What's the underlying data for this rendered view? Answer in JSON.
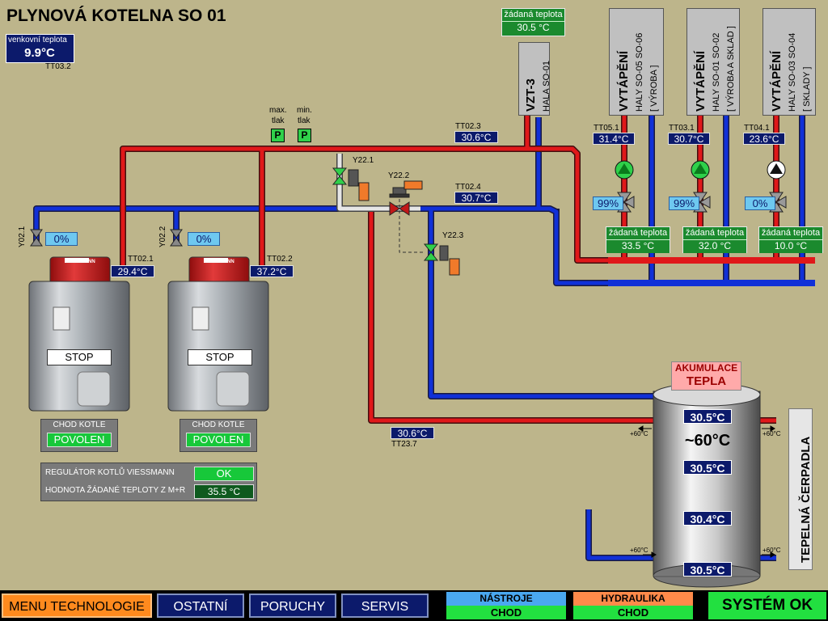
{
  "title": "PLYNOVÁ KOTELNA SO 01",
  "outdoor": {
    "label": "venkovní teplota",
    "value": "9.9°C",
    "tag": "TT03.2"
  },
  "pressure": {
    "max_label1": "max.",
    "max_label2": "tlak",
    "min_label1": "min.",
    "min_label2": "tlak",
    "button": "P"
  },
  "vzt": {
    "title": "VZT-3",
    "subtitle": "HALA SO-01",
    "setpoint_title": "žádaná teplota",
    "setpoint_value": "30.5 °C"
  },
  "heating": [
    {
      "title": "VYTÁPĚNÍ",
      "line1": "HALY SO-05 SO-06",
      "line2": "[ VÝROBA ]",
      "tag": "TT05.1",
      "temp": "31.4°C",
      "valve": "99%",
      "setpoint_title": "žádaná teplota",
      "setpoint_value": "33.5 °C",
      "pump": "on"
    },
    {
      "title": "VYTÁPĚNÍ",
      "line1": "HALY SO-01 SO-02",
      "line2": "[ VÝROBA A SKLAD ]",
      "tag": "TT03.1",
      "temp": "30.7°C",
      "valve": "99%",
      "setpoint_title": "žádaná teplota",
      "setpoint_value": "32.0 °C",
      "pump": "on"
    },
    {
      "title": "VYTÁPĚNÍ",
      "line1": "HALY SO-03 SO-04",
      "line2": "[ SKLADY ]",
      "tag": "TT04.1",
      "temp": "23.6°C",
      "valve": "0%",
      "setpoint_title": "žádaná teplota",
      "setpoint_value": "10.0 °C",
      "pump": "off"
    }
  ],
  "sensors": {
    "tt023": {
      "tag": "TT02.3",
      "value": "30.6°C"
    },
    "tt024": {
      "tag": "TT02.4",
      "value": "30.7°C"
    },
    "tt237": {
      "tag": "TT23.7",
      "value": "30.6°C"
    }
  },
  "valves": {
    "y221": "Y22.1",
    "y222": "Y22.2",
    "y223": "Y22.3"
  },
  "boilers": [
    {
      "valve_tag": "Y02.1",
      "valve_pct": "0%",
      "temp_tag": "TT02.1",
      "temp": "29.4°C",
      "state_button": "STOP",
      "status_title": "CHOD KOTLE",
      "status": "POVOLEN"
    },
    {
      "valve_tag": "Y02.2",
      "valve_pct": "0%",
      "temp_tag": "TT02.2",
      "temp": "37.2°C",
      "state_button": "STOP",
      "status_title": "CHOD KOTLE",
      "status": "POVOLEN"
    }
  ],
  "brand": "VIESSMANN",
  "regulator": {
    "row1_label": "REGULÁTOR KOTLŮ VIESSMANN",
    "row1_value": "OK",
    "row2_label": "HODNOTA ŽÁDANÉ TEPLOTY Z M+R",
    "row2_value": "35.5 °C"
  },
  "accumulator": {
    "title1": "AKUMULACE",
    "title2": "TEPLA",
    "temp_top": "30.5°C",
    "nominal": "~60°C",
    "temp_2": "30.5°C",
    "temp_3": "30.4°C",
    "temp_bottom": "30.5°C",
    "arrow_label": "+60°C"
  },
  "heat_pump": {
    "label": "TEPELNÁ ČERPADLA"
  },
  "nav": {
    "menu": "MENU TECHNOLOGIE",
    "other": "OSTATNÍ",
    "faults": "PORUCHY",
    "service": "SERVIS",
    "tools_title": "NÁSTROJE",
    "tools_state": "CHOD",
    "hydraulics_title": "HYDRAULIKA",
    "hydraulics_state": "CHOD",
    "system": "SYSTÉM OK"
  },
  "colors": {
    "background": "#bdb58b",
    "hot_pipe": "#e0181a",
    "cold_pipe": "#1030d8",
    "value_bg": "#0c1a6b",
    "ok_green": "#22e040",
    "menu_orange": "#ff8a1e"
  }
}
